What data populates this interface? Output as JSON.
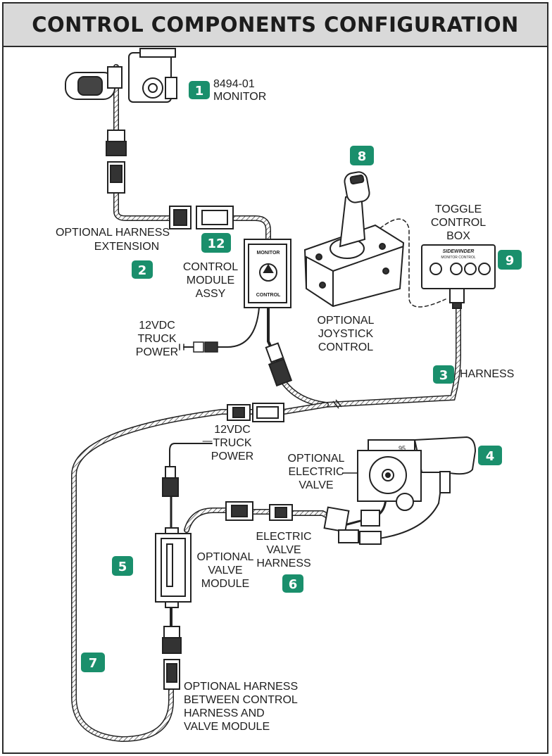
{
  "title": "CONTROL COMPONENTS CONFIGURATION",
  "colors": {
    "badge": "#1a8f6c",
    "line": "#2a2a2a",
    "header_bg": "#d9d9d9"
  },
  "badges": [
    "1",
    "2",
    "3",
    "4",
    "5",
    "6",
    "7",
    "8",
    "9",
    "12"
  ],
  "labels": {
    "monitor": [
      "8494-01",
      "MONITOR"
    ],
    "harness_extension": [
      "OPTIONAL HARNESS",
      "EXTENSION"
    ],
    "control_module": [
      "CONTROL",
      "MODULE",
      "ASSY"
    ],
    "truck_power_1": [
      "12VDC",
      "TRUCK",
      "POWER"
    ],
    "joystick": [
      "OPTIONAL",
      "JOYSTICK",
      "CONTROL"
    ],
    "toggle_box": [
      "TOGGLE",
      "CONTROL",
      "BOX"
    ],
    "harness": "HARNESS",
    "truck_power_2": [
      "12VDC",
      "TRUCK",
      "POWER"
    ],
    "electric_valve": [
      "OPTIONAL",
      "ELECTRIC",
      "VALVE"
    ],
    "valve_module": [
      "OPTIONAL",
      "VALVE",
      "MODULE"
    ],
    "valve_harness": [
      "ELECTRIC",
      "VALVE",
      "HARNESS"
    ],
    "harness_between": [
      "OPTIONAL HARNESS",
      "BETWEEN CONTROL",
      "HARNESS AND",
      "VALVE MODULE"
    ]
  },
  "device_text": {
    "control_module_top": "MONITOR",
    "control_module_bottom": "CONTROL",
    "toggle_brand": "SIDEWINDER",
    "toggle_sub": "MONITOR CONTROL",
    "valve_number": "95"
  }
}
